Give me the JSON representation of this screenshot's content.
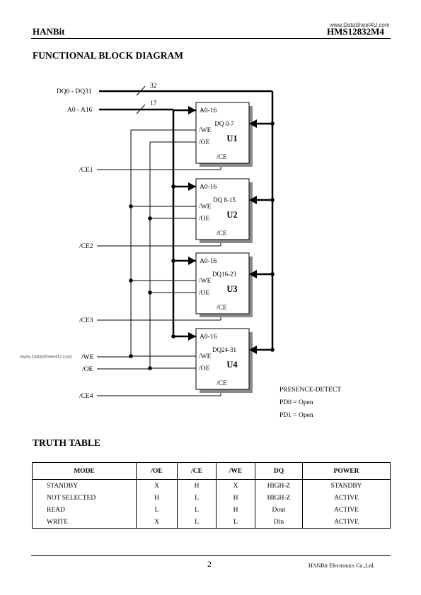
{
  "header": {
    "company": "HANBit",
    "part_number": "HMS12832M4",
    "watermark": "www.DataSheet4U.com"
  },
  "block_diagram": {
    "title": "FUNCTIONAL BLOCK DIAGRAM",
    "signals": {
      "dq_bus": "DQ0 - DQ31",
      "dq_width": "32",
      "addr_bus": "A0 - A16",
      "addr_width": "17",
      "we": "/WE",
      "oe": "/OE",
      "side_watermark": "www.DataSheet4U.com"
    },
    "chips": [
      {
        "name": "U1",
        "addr": "A0-16",
        "data": "DQ 0-7",
        "we": "/WE",
        "oe": "/OE",
        "ce": "/CE",
        "ce_signal": "/CE1",
        "has_we_oe": true
      },
      {
        "name": "U2",
        "addr": "A0-16",
        "data": "DQ 8-15",
        "we": "/WE",
        "oe": "/OE",
        "ce": "/CE",
        "ce_signal": "/CE2",
        "has_we_oe": true
      },
      {
        "name": "U3",
        "addr": "A0-16",
        "data": "DQ16-23",
        "we": "/WE",
        "oe": "/OE",
        "ce": "/CE",
        "ce_signal": "/CE3",
        "has_we_oe": true
      },
      {
        "name": "U4",
        "addr": "A0-16",
        "data": "DQ24-31",
        "we": "/WE",
        "oe": "/OE",
        "ce": "/CE",
        "ce_signal": "/CE4",
        "has_we_oe": true
      }
    ],
    "presence_detect": {
      "title": "PRESENCE-DETECT",
      "pd0": "PD0 = Open",
      "pd1": "PD1 = Open"
    }
  },
  "truth_table": {
    "title": "TRUTH TABLE",
    "columns": [
      "MODE",
      "/OE",
      "/CE",
      "/WE",
      "DQ",
      "POWER"
    ],
    "rows": [
      [
        "STANDBY",
        "X",
        "H",
        "X",
        "HIGH-Z",
        "STANDBY"
      ],
      [
        "NOT SELECTED",
        "H",
        "L",
        "H",
        "HIGH-Z",
        "ACTIVE"
      ],
      [
        "READ",
        "L",
        "L",
        "H",
        "Dout",
        "ACTIVE"
      ],
      [
        "WRITE",
        "X",
        "L",
        "L",
        "Din",
        "ACTIVE"
      ]
    ]
  },
  "footer": {
    "page": "2",
    "company": "HANBit Electronics Co.,Ltd."
  }
}
